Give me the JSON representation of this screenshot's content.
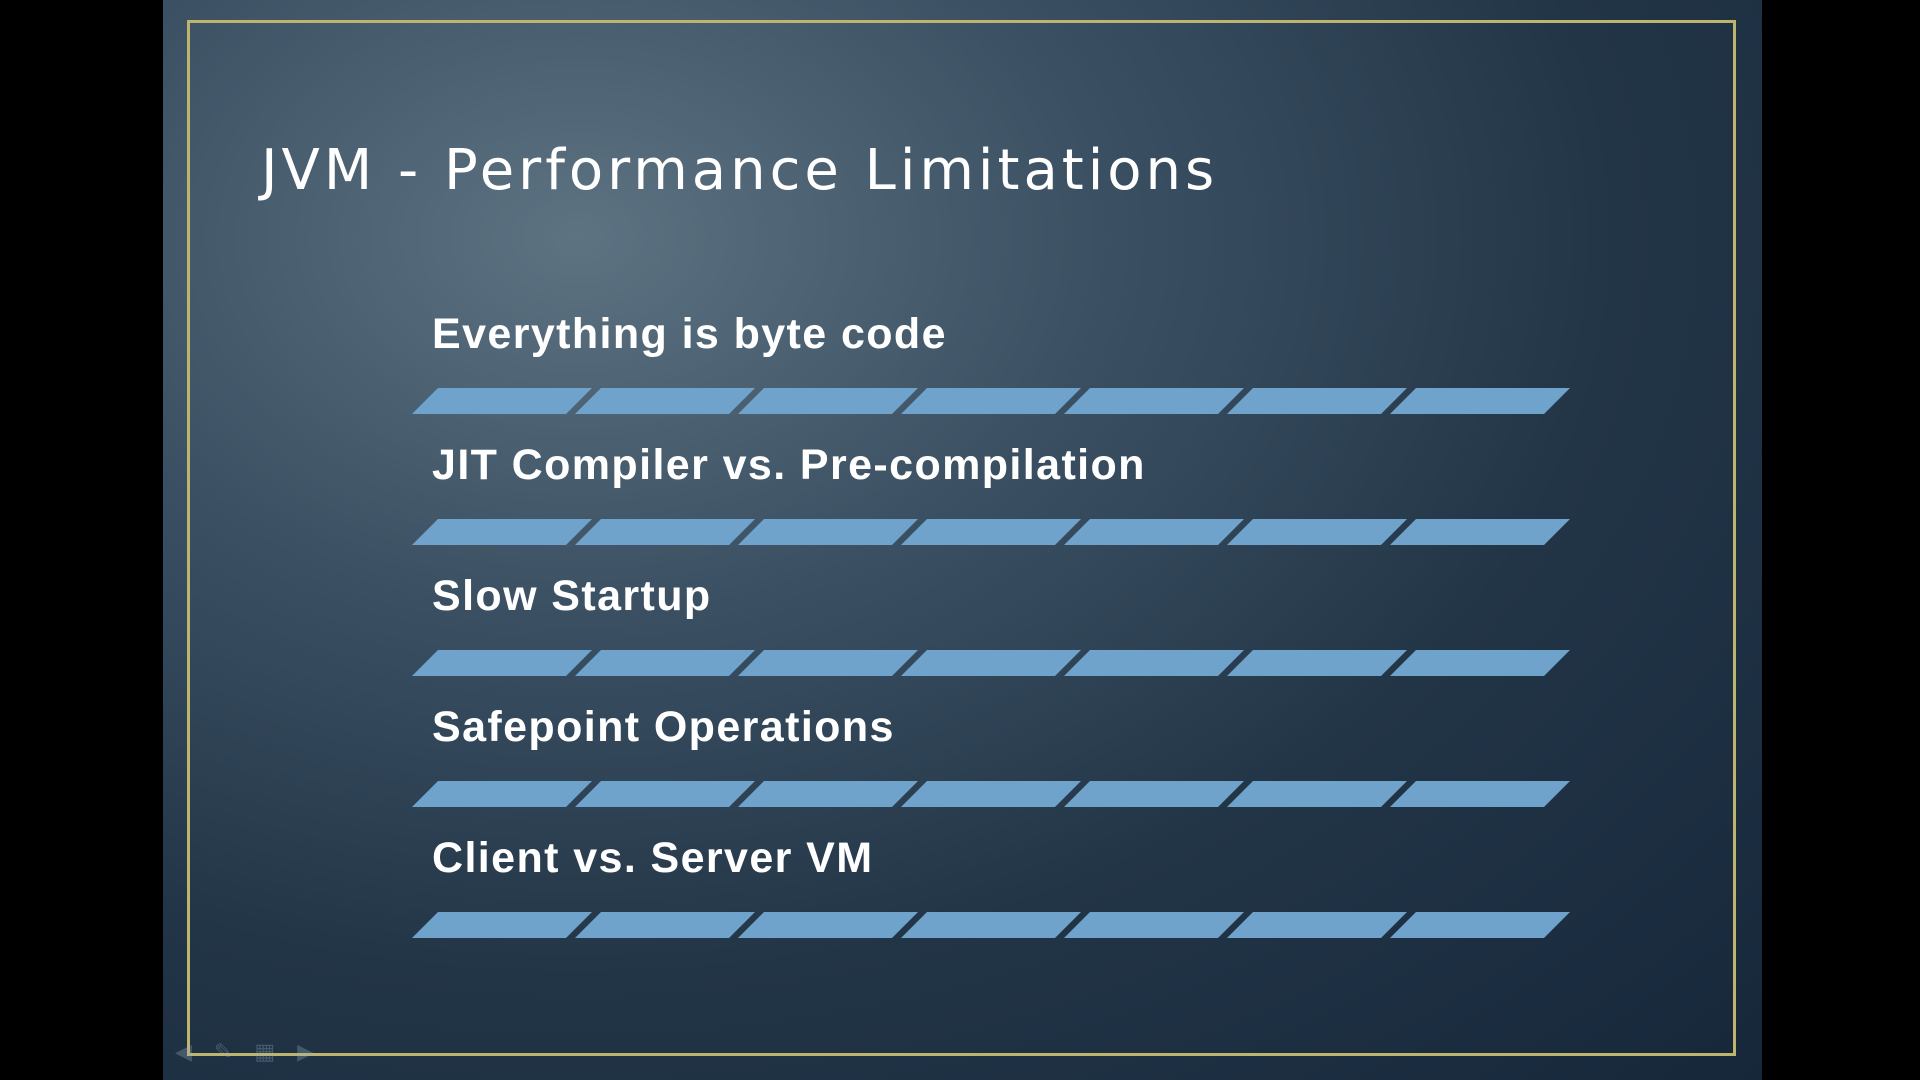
{
  "slide": {
    "title": "JVM - Performance Limitations",
    "items": [
      {
        "label": "Everything is byte code"
      },
      {
        "label": "JIT Compiler vs. Pre-compilation"
      },
      {
        "label": "Slow Startup"
      },
      {
        "label": "Safepoint Operations"
      },
      {
        "label": "Client vs. Server VM"
      }
    ]
  },
  "colors": {
    "background_center": "#5d7382",
    "background_edge": "#16273a",
    "frame_border": "#bdb46d",
    "stripe": "#6fa3cc",
    "text": "#ffffff"
  },
  "nav_controls": {
    "icons": [
      "arrow-left-icon",
      "pen-icon",
      "menu-icon",
      "arrow-right-icon"
    ]
  }
}
